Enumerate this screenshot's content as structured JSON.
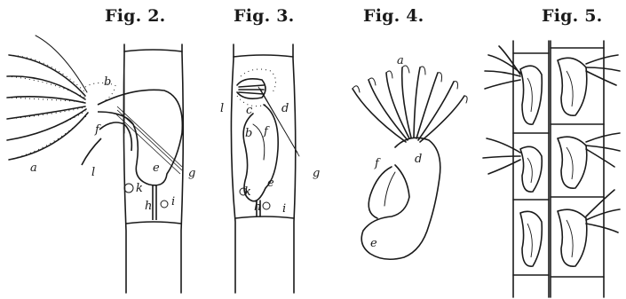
{
  "colors": {
    "ink": "#1a1a1a",
    "paper": "#ffffff"
  },
  "figures": [
    {
      "title": "Fig. 2.",
      "labels": {
        "a": "a",
        "b": "b",
        "f": "f",
        "l": "l",
        "e": "e",
        "g": "g",
        "k": "k",
        "i": "i",
        "h": "h"
      }
    },
    {
      "title": "Fig. 3.",
      "labels": {
        "l": "l",
        "c": "c",
        "d": "d",
        "b": "b",
        "f": "f",
        "g": "g",
        "e": "e",
        "k": "k",
        "h": "h",
        "i": "i"
      }
    },
    {
      "title": "Fig. 4.",
      "labels": {
        "a": "a",
        "f": "f",
        "d": "d",
        "e": "e"
      }
    },
    {
      "title": "Fig. 5."
    }
  ]
}
